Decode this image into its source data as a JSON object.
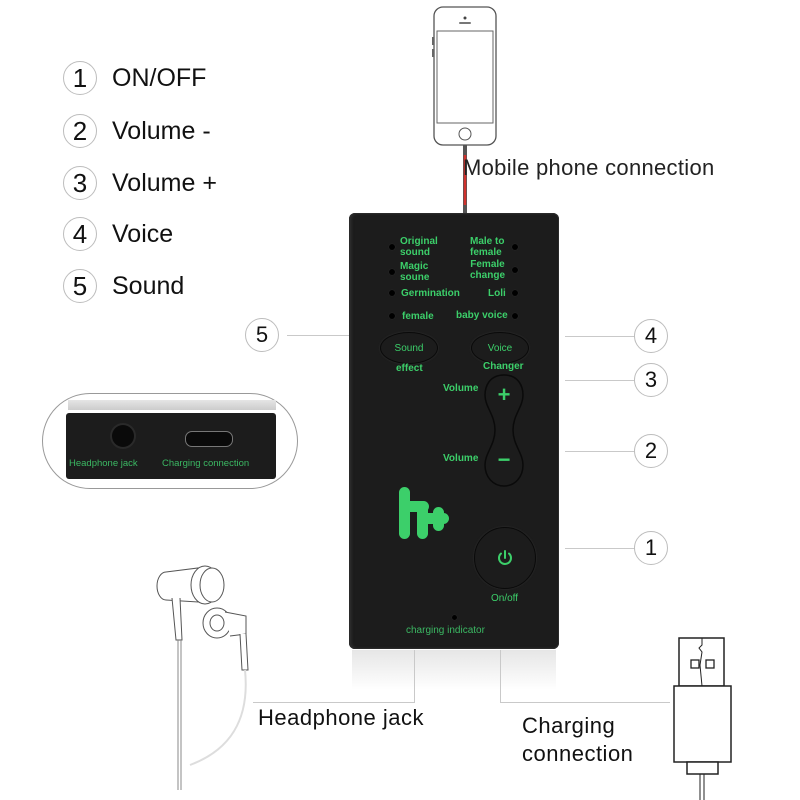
{
  "legend": [
    {
      "num": "1",
      "label": "ON/OFF"
    },
    {
      "num": "2",
      "label": "Volume -"
    },
    {
      "num": "3",
      "label": "Volume +"
    },
    {
      "num": "4",
      "label": "Voice"
    },
    {
      "num": "5",
      "label": "Sound"
    }
  ],
  "phone": {
    "label": "Mobile phone connection"
  },
  "device": {
    "modes_left": [
      "Original\nsound",
      "Magic\nsoune",
      "Germination",
      "female"
    ],
    "modes_right": [
      "Male to\nfemale",
      "Female\nchange",
      "Loli",
      "baby voice"
    ],
    "sound_button": "Sound",
    "sound_sub": "effect",
    "voice_button": "Voice",
    "voice_sub": "Changer",
    "volume_up_label": "Volume",
    "volume_down_label": "Volume",
    "volume_up_symbol": "+",
    "volume_down_symbol": "−",
    "power_label": "On/off",
    "charging_indicator": "charging indicator"
  },
  "callouts": {
    "c1": "1",
    "c2": "2",
    "c3": "3",
    "c4": "4",
    "c5": "5"
  },
  "side_view": {
    "headphone_jack": "Headphone jack",
    "charging_connection": "Charging connection"
  },
  "bottom_labels": {
    "headphone_jack": "Headphone jack",
    "charging_line1": "Charging",
    "charging_line2": "connection"
  },
  "colors": {
    "accent_green": "#3ccf6a",
    "device_body": "#1c1c1c",
    "cable_red": "#d0312d"
  }
}
